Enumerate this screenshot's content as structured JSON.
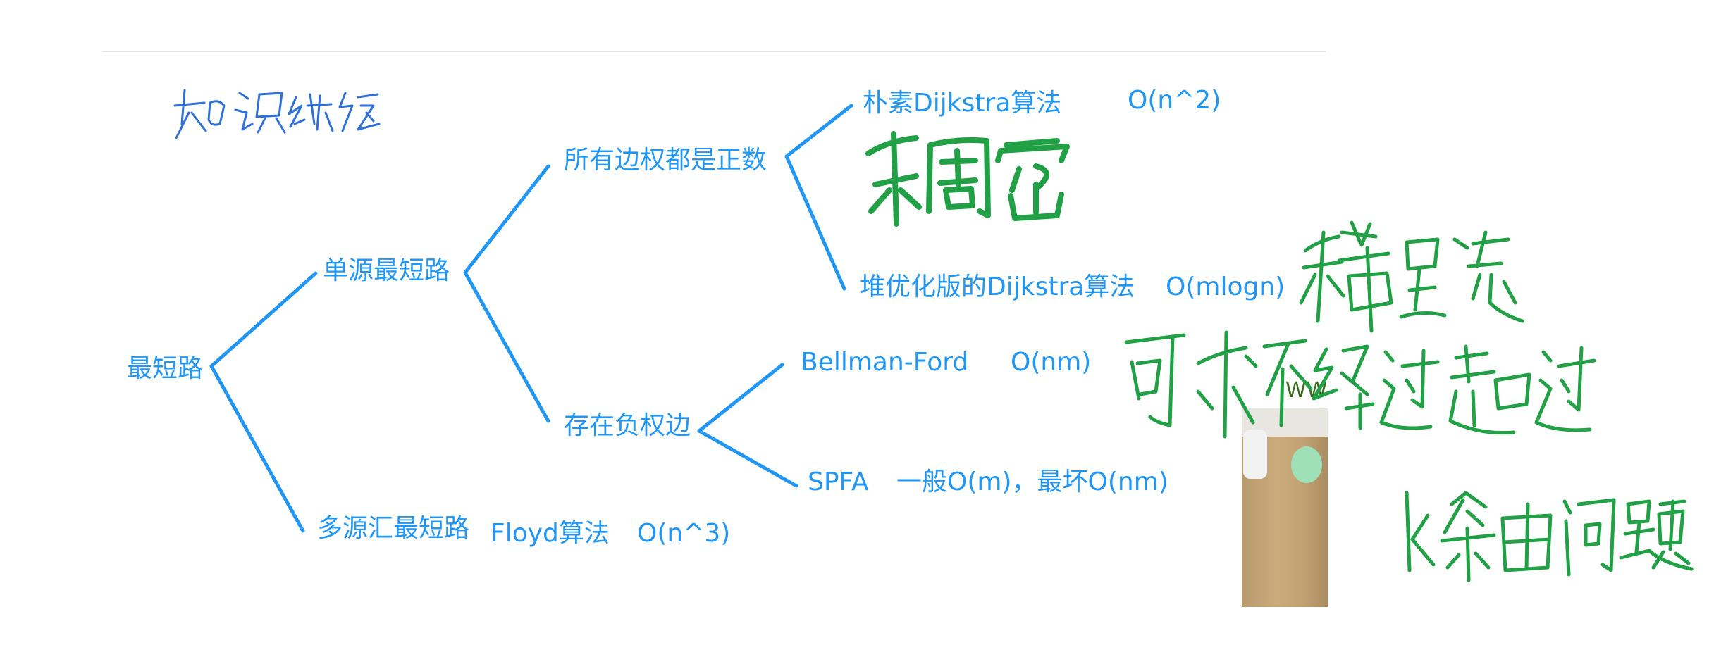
{
  "colors": {
    "tree": "#2196f3",
    "ink_blue": "#2f6fd8",
    "ink_green": "#22a045"
  },
  "nodes": {
    "root": "最短路",
    "single_source": "单源最短路",
    "multi_source": "多源汇最短路",
    "all_positive": "所有边权都是正数",
    "negative_edges": "存在负权边",
    "naive_dijkstra": "朴素Dijkstra算法",
    "naive_dijkstra_complexity": "O(n^2)",
    "heap_dijkstra": "堆优化版的Dijkstra算法",
    "heap_dijkstra_complexity": "O(mlogn)",
    "bellman_ford": "Bellman-Ford",
    "bellman_ford_complexity": "O(nm)",
    "spfa": "SPFA",
    "spfa_complexity": "一般O(m)，最坏O(nm)",
    "floyd": "Floyd算法",
    "floyd_complexity": "O(n^3)"
  },
  "handwriting": {
    "heading": "知识结构",
    "dense": "稠密",
    "sparse": "稀疏",
    "note_line1": "可求不经过超过",
    "note_line2": "k条边问题"
  },
  "webcam": {
    "caption": "WW"
  }
}
